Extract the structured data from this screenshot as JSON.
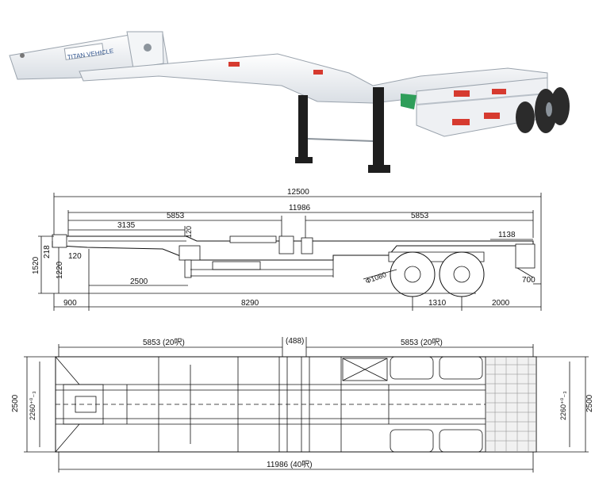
{
  "brand": {
    "logo_text": "TITAN VEHICLE",
    "colors": {
      "frame": "#eef0f3",
      "shadow": "#b9c0c8",
      "reflector_red": "#d63a2f",
      "reflector_white": "#ffffff",
      "tire": "#2b2b2b",
      "leg": "#1e1e1e",
      "flag_green": "#2f9e5a"
    }
  },
  "side_view": {
    "overall_length": "12500",
    "container_length": "11986",
    "front_container": "5853",
    "rear_container": "5853",
    "gooseneck_length": "3135",
    "gooseneck_drop": "120",
    "rear_overhang_beam": "1138",
    "total_height": "1520",
    "front_height": "218",
    "kingpin_height_label": "120",
    "deck_height": "1220",
    "landing_leg_pos": "2500",
    "wheel_diameter": "Φ1080",
    "rear_end": "700",
    "kingpin_offset": "900",
    "kingpin_to_axle": "8290",
    "axle_spacing": "1310",
    "rear_to_end": "2000"
  },
  "top_view": {
    "front_container": "5853 (20呎)",
    "rear_container": "5853 (20呎)",
    "gap": "(488)",
    "width_overall_left": "2500",
    "width_inner_left": "2260⁺⁰₋₃",
    "width_inner_right": "2260⁺⁰₋₃",
    "width_overall_right": "2500",
    "container_length": "11986 (40呎)"
  }
}
